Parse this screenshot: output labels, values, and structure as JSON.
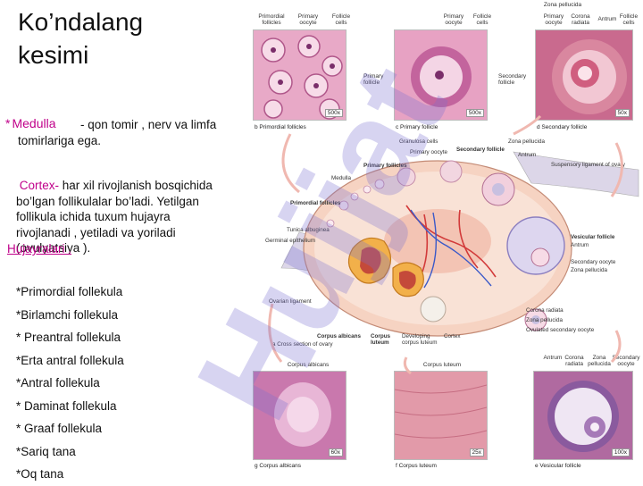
{
  "title": "Ko’ndalang kesimi",
  "medulla": {
    "bullet": "*",
    "key": "Medulla",
    "text": "- qon tomir , nerv va limfa tomirlariga ega."
  },
  "cortex": {
    "key": "Cortex-",
    "text": " har xil rivojlanish bosqichida bo’lgan follikulalar bo’ladi. Yetilgan follikula ichida tuxum hujayra rivojlanadi , yetiladi va yoriladi (ovulyatsiya )."
  },
  "hujayralari": "Hujayralari .",
  "stages": [
    "*Primordial follekula",
    "*Birlamchi follekula",
    "* Preantral follekula",
    "*Erta antral follekula",
    "*Antral follekula",
    "* Daminat follekula",
    "* Graaf follekula",
    "*Sariq tana",
    "*Oq tana"
  ],
  "watermark_text": "Hujjat",
  "figure": {
    "panel_b": {
      "labels": [
        "Primordial follicles",
        "Primary oocyte",
        "Follicle cells"
      ],
      "mag": "500x",
      "caption": "b Primordial follicles"
    },
    "panel_c": {
      "labels": [
        "Primary oocyte",
        "Follicle cells",
        "Primary follicle",
        "Secondary follicle"
      ],
      "mag": "500x",
      "caption": "c Primary follicle"
    },
    "panel_d": {
      "labels": [
        "Zona pellucida",
        "Primary oocyte",
        "Corona radiata",
        "Antrum",
        "Follicle cells"
      ],
      "mag": "50x",
      "caption": "d Secondary follicle"
    },
    "main_labels": {
      "granulosa": "Granulosa cells",
      "zona_top": "Zona pellucida",
      "primary_oocyte": "Primary oocyte",
      "secondary_follicle": "Secondary follicle",
      "antrum": "Antrum",
      "suspensory": "Suspensory ligament of ovary",
      "primary_follicles": "Primary follicles",
      "medulla": "Medulla",
      "primordial_follicles": "Primordial follicles",
      "tunica": "Tunica albuginea",
      "germinal": "Germinal epithelium",
      "vesicular": "Vesicular follicle",
      "antrum2": "Antrum",
      "secondary_oocyte": "Secondary oocyte",
      "zona2": "Zona pellucida",
      "ovarian_ligament": "Ovarian ligament",
      "corona": "Corona radiata",
      "zona3": "Zona pellucida",
      "ovulated": "Ovulated secondary oocyte",
      "corpus_albicans": "Corpus albicans",
      "corpus_luteum": "Corpus luteum",
      "developing": "Developing corpus luteum",
      "cortex": "Cortex",
      "cross": "a Cross section of ovary"
    },
    "panel_g": {
      "label": "Corpus albicans",
      "mag": "60x",
      "caption": "g Corpus albicans"
    },
    "panel_f": {
      "label": "Corpus luteum",
      "mag": "25x",
      "caption": "f Corpus luteum"
    },
    "panel_e": {
      "labels": [
        "Corona radiata",
        "Antrum",
        "Zona pellucida",
        "Secondary oocyte"
      ],
      "mag": "100x",
      "caption": "e Vesicular follicle"
    }
  },
  "colors": {
    "accent": "#c0008a",
    "tissue_pink": "#d98fb7",
    "ovary": "#f4c9b8",
    "watermark": "#7a6fd0"
  }
}
